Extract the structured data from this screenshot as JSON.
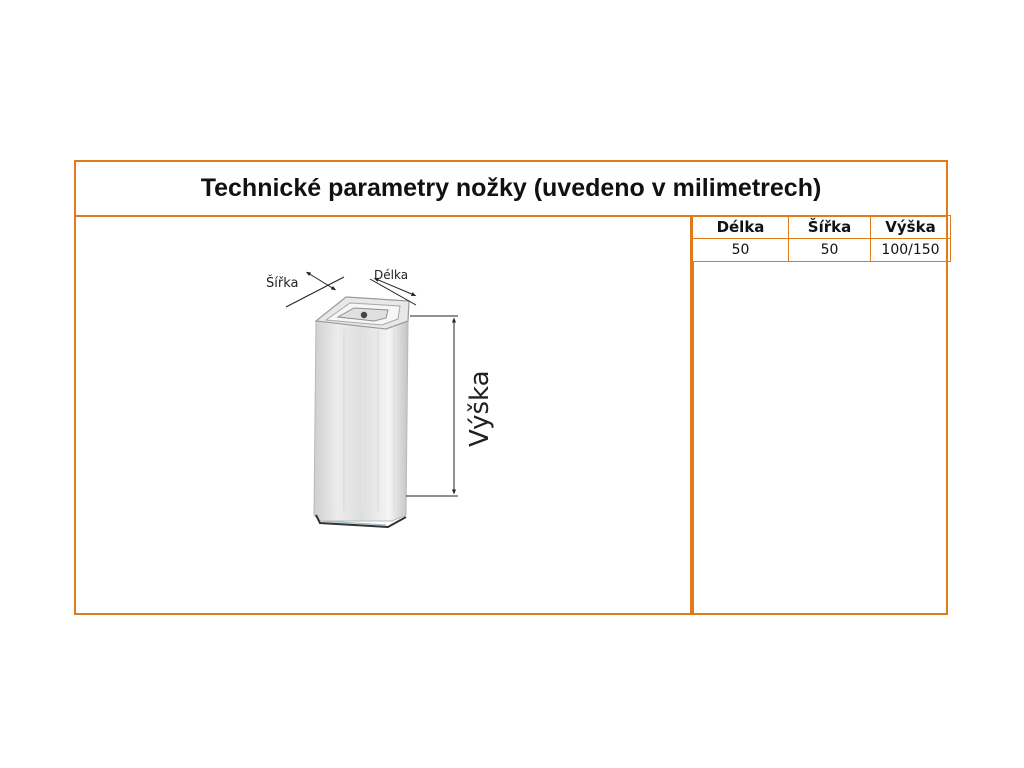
{
  "document": {
    "title": "Technické parametry nožky (uvedeno v milimetrech)"
  },
  "specs": {
    "headers": [
      "Délka",
      "Šířka",
      "Výška"
    ],
    "values": [
      "50",
      "50",
      "100/150"
    ]
  },
  "diagram": {
    "label_width": "Šířka",
    "label_length": "Délka",
    "label_height": "Výška"
  },
  "colors": {
    "border": "#e07b1a",
    "text": "#111111"
  }
}
